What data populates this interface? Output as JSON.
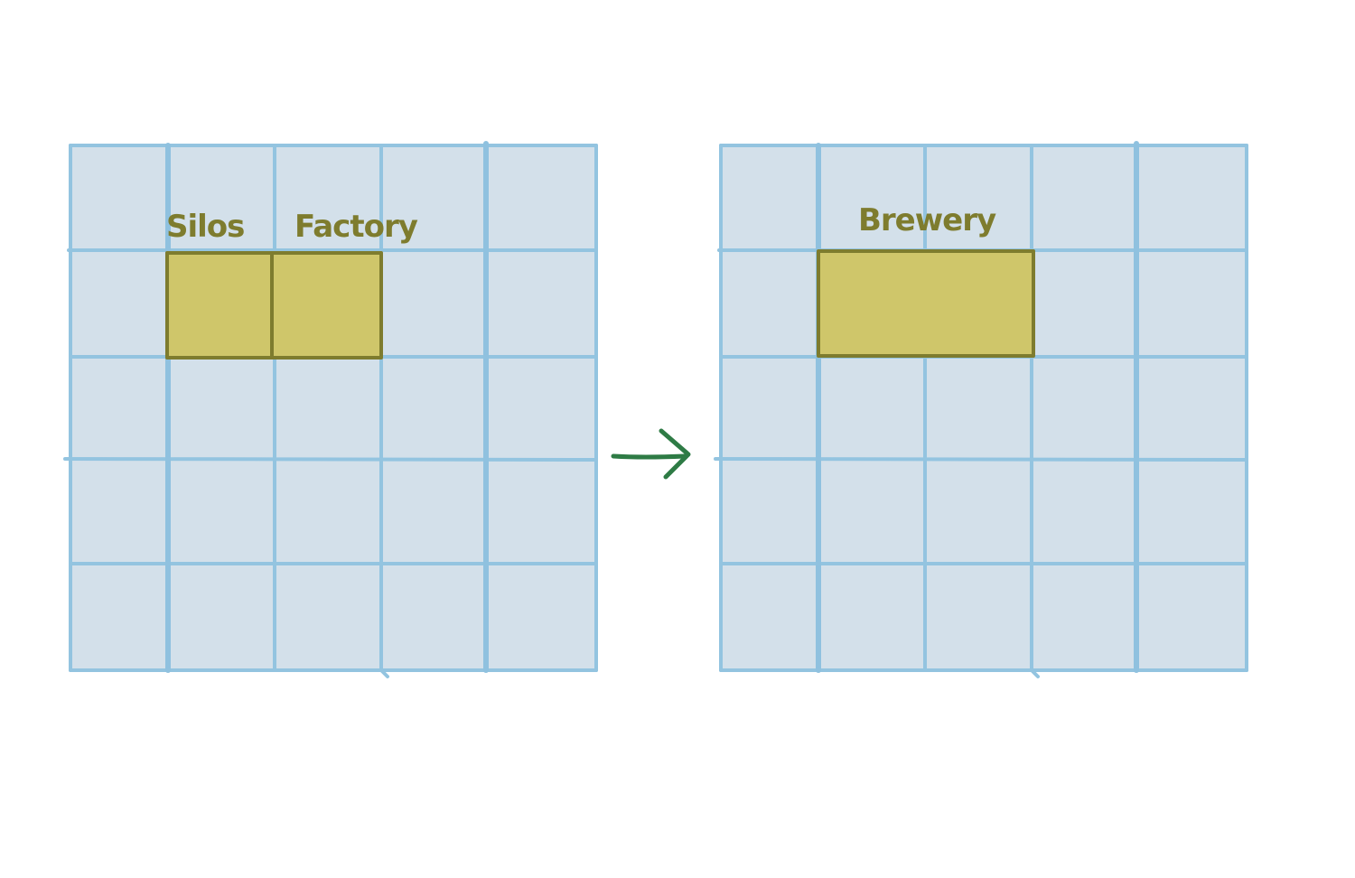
{
  "colors": {
    "grid_fill": "#d3e0ea",
    "grid_line": "#93c4e0",
    "tile_fill": "#cfc66a",
    "tile_border": "#7e7c2e",
    "label": "#7e7c2e",
    "arrow": "#2e7b45"
  },
  "before": {
    "tiles": [
      {
        "label": "Silos"
      },
      {
        "label": "Factory"
      }
    ]
  },
  "transition": {
    "icon": "right-arrow-icon"
  },
  "after": {
    "tiles": [
      {
        "label": "Brewery"
      }
    ]
  }
}
